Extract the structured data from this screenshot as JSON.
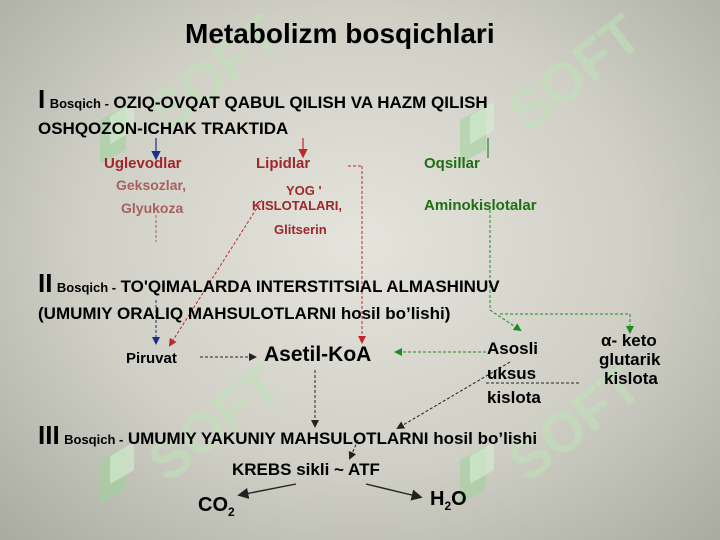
{
  "title": "Metabolizm bosqichlari",
  "watermark": "SOFT",
  "stage1": {
    "num": "I",
    "word": "Bosqich -",
    "text1": "OZIQ-OVQAT QABUL QILISH VA HAZM QILISH",
    "text2": "OSHQOZON-ICHAK TRAKTIDA"
  },
  "stage1_items": {
    "uglevodlar": "Uglevodlar",
    "geksozlar": "Geksozlar,",
    "glyukoza": "Glyukoza",
    "lipidlar": "Lipidlar",
    "yog": "YOG '",
    "kislotalari": "KISLOTALARI,",
    "glitserin": "Glitserin",
    "oqsillar": "Oqsillar",
    "aminokislotalar": "Aminokislotalar"
  },
  "stage2": {
    "num": "II",
    "word": "Bosqich -",
    "text1": "TO'QIMALARDA INTERSTITSIAL ALMASHINUV",
    "text2": "(UMUMIY ORALIQ MAHSULOTLARNI hosil bo’lishi)"
  },
  "stage2_items": {
    "piruvat": "Piruvat",
    "asetil": "Asetil-KoA",
    "asosli": "Asosli",
    "uksus": "uksus",
    "kislota": "kislota",
    "alpha": "α",
    "keto": "- keto",
    "glutarik": "glutarik",
    "kislota2": "kislota"
  },
  "stage3": {
    "num": "III",
    "word": "Bosqich -",
    "text": "UMUMIY YAKUNIY MAHSULOTLARNI hosil bo’lishi"
  },
  "stage3_items": {
    "krebs": "KREBS sikli ~ ATF",
    "co": "CO",
    "co_sub": "2",
    "h": "H",
    "h_sub": "2",
    "o": "O"
  },
  "colors": {
    "dark_red": "#a0262a",
    "rose": "#a86060",
    "green": "#1f6e14",
    "watermark": "#8fca8a"
  }
}
